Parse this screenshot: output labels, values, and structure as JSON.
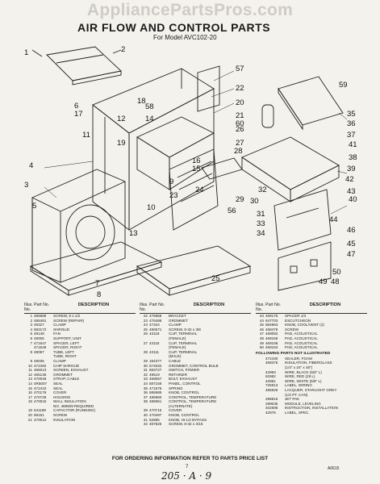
{
  "watermark": "AppliancePartsPros.com",
  "title": "AIR FLOW AND CONTROL PARTS",
  "subtitle": "For Model AVC102-20",
  "callouts": [
    "1",
    "2",
    "3",
    "4",
    "5",
    "6",
    "7",
    "8",
    "9",
    "10",
    "11",
    "12",
    "13",
    "14",
    "15",
    "16",
    "17",
    "18",
    "19",
    "20",
    "21",
    "22",
    "23",
    "24",
    "25",
    "26",
    "27",
    "28",
    "29",
    "30",
    "31",
    "32",
    "33",
    "34",
    "35",
    "36",
    "37",
    "38",
    "39",
    "40",
    "41",
    "42",
    "43",
    "44",
    "45",
    "46",
    "47",
    "48",
    "49",
    "50",
    "56",
    "57",
    "58",
    "59",
    "60"
  ],
  "table": {
    "header_key": "Illus. Part No. No.",
    "header_desc": "DESCRIPTION",
    "col1": [
      {
        "k": "1",
        "p": "486689",
        "d": "SCREW, 8 x 1/2"
      },
      {
        "k": "2",
        "p": "486481",
        "d": "SCREW (REPAIR)"
      },
      {
        "k": "3",
        "p": "49327",
        "d": "CLAMP"
      },
      {
        "k": "4",
        "p": "683172",
        "d": "SHROUD"
      },
      {
        "k": "5",
        "p": "49148",
        "d": "FAN"
      },
      {
        "k": "6",
        "p": "49005",
        "d": "SUPPORT, UNIT"
      },
      {
        "k": "7",
        "p": "471647",
        "d": "SPACER, LEFT"
      },
      {
        "k": "",
        "p": "471648",
        "d": "SPACER, RIGHT"
      },
      {
        "k": "8",
        "p": "49087",
        "d": "TUBE, LEFT"
      },
      {
        "k": "",
        "p": "",
        "d": "TUBE, RIGHT"
      },
      {
        "k": "9",
        "p": "49035",
        "d": "CLAMP"
      },
      {
        "k": "10",
        "p": "472492",
        "d": "CHIP SHROUD"
      },
      {
        "k": "11",
        "p": "465013",
        "d": "SCREEN, EXHAUST"
      },
      {
        "k": "12",
        "p": "465135",
        "d": "GROMMET"
      },
      {
        "k": "13",
        "p": "470048",
        "d": "STRAP, CABLE"
      },
      {
        "k": "14",
        "p": "4R5007",
        "d": "SEAL"
      },
      {
        "k": "15",
        "p": "472410",
        "d": "SEAL"
      },
      {
        "k": "16",
        "p": "470176",
        "d": "COVER"
      },
      {
        "k": "17",
        "p": "470728",
        "d": "HOUSING"
      },
      {
        "k": "18",
        "p": "470015",
        "d": "WALL INSULATION"
      },
      {
        "k": "",
        "p": "",
        "d": "NO. 469609 REQUIRED"
      },
      {
        "k": "19",
        "p": "541188",
        "d": "CAPACITOR (RUNNING)"
      },
      {
        "k": "20",
        "p": "69151",
        "d": "SCREW"
      },
      {
        "k": "21",
        "p": "470012",
        "d": "INSULATION"
      }
    ],
    "col2": [
      {
        "k": "22",
        "p": "476868",
        "d": "BRACKET"
      },
      {
        "k": "23",
        "p": "476488",
        "d": "GROMMET"
      },
      {
        "k": "24",
        "p": "47344",
        "d": "CLAMP"
      },
      {
        "k": "25",
        "p": "480671",
        "d": "SCREW, 8-32 x 3/8"
      },
      {
        "k": "26",
        "p": "43118",
        "d": "CLIP, TERMINAL"
      },
      {
        "k": "",
        "p": "",
        "d": "(FEMALE)"
      },
      {
        "k": "27",
        "p": "43118",
        "d": "CLIP, TERMINAL"
      },
      {
        "k": "",
        "p": "",
        "d": "(FEMALE)"
      },
      {
        "k": "28",
        "p": "43111",
        "d": "CLIP, TERMINAL"
      },
      {
        "k": "",
        "p": "",
        "d": "(MALE)"
      },
      {
        "k": "29",
        "p": "194377",
        "d": "CABLE"
      },
      {
        "k": "30",
        "p": "674632",
        "d": "GROMMET, CONTROL BULB"
      },
      {
        "k": "31",
        "p": "683727",
        "d": "SWITCH, POWER"
      },
      {
        "k": "32",
        "p": "49519",
        "d": "RETAINER"
      },
      {
        "k": "33",
        "p": "469057",
        "d": "BOLT, EXHAUST"
      },
      {
        "k": "34",
        "p": "687156",
        "d": "PANEL, CONTROL"
      },
      {
        "k": "35",
        "p": "471876",
        "d": "SPRING"
      },
      {
        "k": "36",
        "p": "685985",
        "d": "KNOB, CONTROL"
      },
      {
        "k": "37",
        "p": "485960",
        "d": "CONTROL, TEMPERATURE"
      },
      {
        "k": "38",
        "p": "485961",
        "d": "CONTROL, TEMPERATURE"
      },
      {
        "k": "",
        "p": "",
        "d": "(ALTERNATE)"
      },
      {
        "k": "39",
        "p": "470715",
        "d": "COVER"
      },
      {
        "k": "40",
        "p": "470497",
        "d": "KNOB, CONTROL"
      },
      {
        "k": "41",
        "p": "62895",
        "d": "KNOB, HI-LO BYPASS"
      },
      {
        "k": "42",
        "p": "487825",
        "d": "SCREW, 8-32 x 3/16"
      }
    ],
    "col3": [
      {
        "k": "43",
        "p": "469175",
        "d": "SPACER 1/4"
      },
      {
        "k": "44",
        "p": "647703",
        "d": "ESCUTCHEON"
      },
      {
        "k": "45",
        "p": "684863",
        "d": "KNOB, COOL/VENT (2)"
      },
      {
        "k": "46",
        "p": "468476",
        "d": "SCREW"
      },
      {
        "k": "47",
        "p": "469082",
        "d": "PAD, ACOUSTICAL"
      },
      {
        "k": "48",
        "p": "469159",
        "d": "PAD, ACOUSTICAL"
      },
      {
        "k": "49",
        "p": "469158",
        "d": "PAD, ACOUSTICAL"
      },
      {
        "k": "50",
        "p": "469153",
        "d": "PAD, ACOUSTICAL"
      }
    ],
    "following_header": "FOLLOWING PARTS NOT ILLUSTRATED",
    "col3b": [
      {
        "k": "",
        "p": "472430",
        "d": "SEALER, FOAM"
      },
      {
        "k": "",
        "p": "469376",
        "d": "INSULATION, FIBERGLASS"
      },
      {
        "k": "",
        "p": "",
        "d": "(1/4\" x 24\" x 48\")"
      },
      {
        "k": "",
        "p": "42983",
        "d": "WIRE, BLACK (5/8\" L)"
      },
      {
        "k": "",
        "p": "62982",
        "d": "WIRE, RED (29 L)"
      },
      {
        "k": "",
        "p": "42981",
        "d": "WIRE, WHITE (5/8\" L)"
      },
      {
        "k": "",
        "p": "726913",
        "d": "LABEL, WIRING"
      },
      {
        "k": "",
        "p": "485826",
        "d": "LACQUER, STARLIGHT GREY"
      },
      {
        "k": "",
        "p": "",
        "d": "(1/2 PT. CAN)"
      },
      {
        "k": "",
        "p": "298815",
        "d": "JET PAK"
      },
      {
        "k": "",
        "p": "299035",
        "d": "MODULE, LEVELING"
      },
      {
        "k": "",
        "p": "402696",
        "d": "INSTRUCTION, INSTALLATION"
      },
      {
        "k": "",
        "p": "42976",
        "d": "LABEL, SPEC."
      }
    ]
  },
  "footer": "FOR ORDERING INFORMATION REFER TO PARTS PRICE LIST",
  "page_number": "7",
  "code": "A0615",
  "handwritten": "205 · A · 9"
}
